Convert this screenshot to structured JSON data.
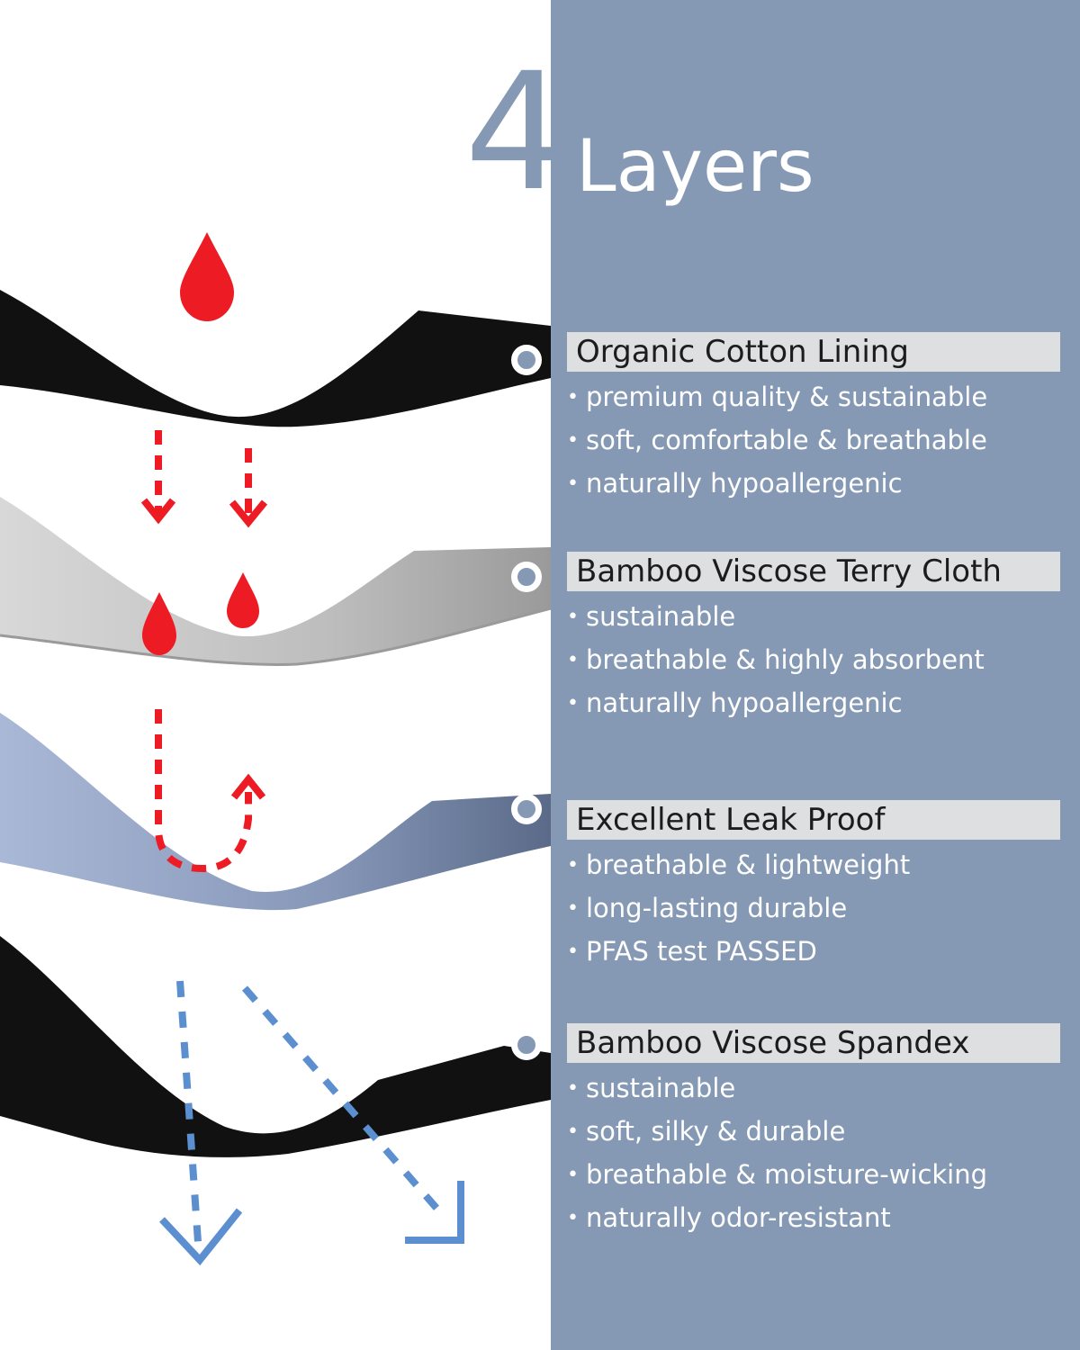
{
  "title": {
    "number": "4",
    "word": "Layers"
  },
  "colors": {
    "panel": "#8599b4",
    "header_bar": "#dedfe1",
    "drop": "#ed1c24",
    "arrow_blue": "#5b8fcf"
  },
  "layers": [
    {
      "name": "Organic Cotton Lining",
      "bullets": [
        "premium quality & sustainable",
        "soft, comfortable & breathable",
        "naturally hypoallergenic"
      ]
    },
    {
      "name": "Bamboo Viscose Terry Cloth",
      "bullets": [
        "sustainable",
        "breathable & highly absorbent",
        "naturally hypoallergenic"
      ]
    },
    {
      "name": "Excellent Leak Proof",
      "bullets": [
        "breathable & lightweight",
        "long-lasting durable",
        "PFAS test PASSED"
      ]
    },
    {
      "name": "Bamboo Viscose Spandex",
      "bullets": [
        "sustainable",
        "soft, silky & durable",
        "breathable & moisture-wicking",
        "naturally odor-resistant"
      ]
    }
  ],
  "illustration": {
    "fabric_colors": [
      "#111111",
      "#c8c8c8",
      "#93a3c2",
      "#111111"
    ],
    "icons": [
      "drop-icon",
      "down-arrow-icon",
      "u-turn-arrow-icon",
      "diagonal-arrow-icon"
    ]
  }
}
